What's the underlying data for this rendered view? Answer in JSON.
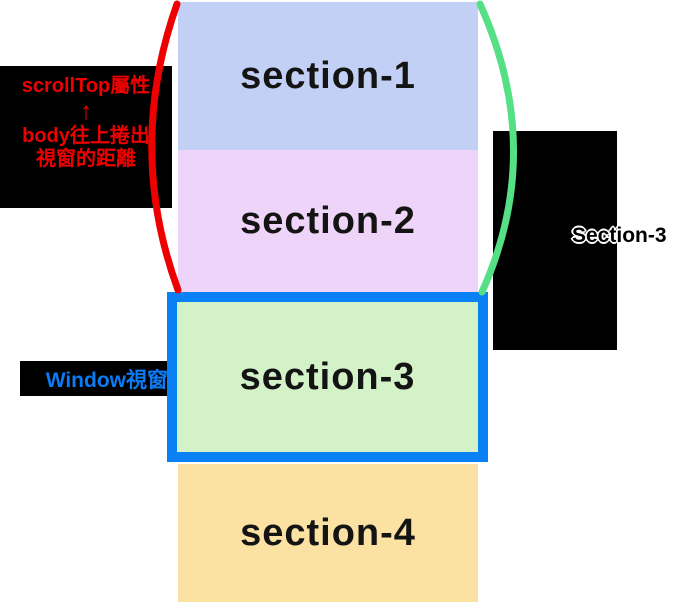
{
  "sections": [
    {
      "label": "section-1",
      "color": "#c3d0f5"
    },
    {
      "label": "section-2",
      "color": "#eed4f8"
    },
    {
      "label": "section-3",
      "color": "#d3f2c7"
    },
    {
      "label": "section-4",
      "color": "#fbe2a3"
    }
  ],
  "viewport": {
    "label": "Window視窗",
    "border_color": "#0a80f5",
    "label_color": "#0a7bf4"
  },
  "scrolltop_note": {
    "title": "scrollTop屬性",
    "arrow_icon": "↑",
    "line1": "body往上捲出",
    "line2": "視窗的距離",
    "text_color": "#ee0000"
  },
  "right_note": {
    "label": "Section-3"
  },
  "braces": {
    "left_color": "#ee0000",
    "right_color": "#55e085"
  }
}
